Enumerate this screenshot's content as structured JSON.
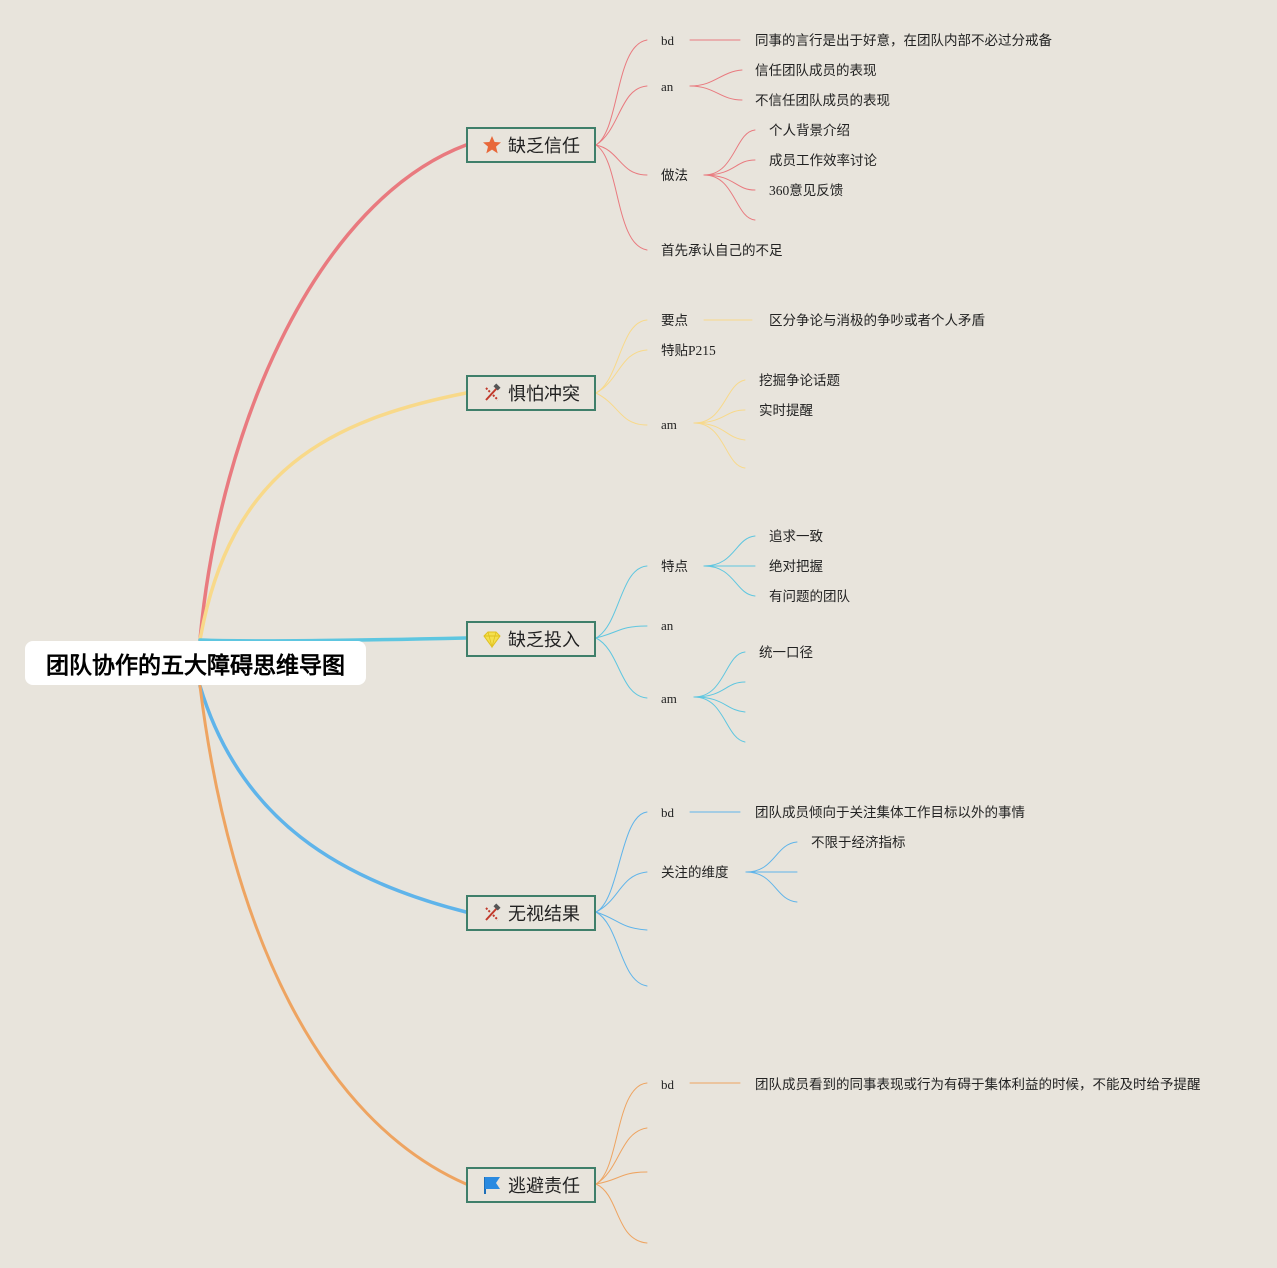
{
  "root": {
    "title": "团队协作的五大障碍思维导图"
  },
  "colors": {
    "red": "#e97a7f",
    "yellow": "#f8d98a",
    "cyan": "#5ec6e0",
    "blue": "#5fb4ea",
    "orange": "#eea461",
    "topic_border": "#3f7f6a",
    "background": "#e8e4dc"
  },
  "branches": [
    {
      "title": "缺乏信任",
      "icon": "star-icon",
      "children": [
        {
          "label": "bd",
          "detail": "同事的言行是出于好意，在团队内部不必过分戒备"
        },
        {
          "label": "an",
          "items": [
            "信任团队成员的表现",
            "不信任团队成员的表现"
          ]
        },
        {
          "label": "做法",
          "items": [
            "个人背景介绍",
            "成员工作效率讨论",
            "360意见反馈"
          ]
        },
        {
          "label": "首先承认自己的不足"
        }
      ]
    },
    {
      "title": "惧怕冲突",
      "icon": "tools-icon",
      "children": [
        {
          "label": "要点",
          "detail": "区分争论与消极的争吵或者个人矛盾"
        },
        {
          "label": "特贴P215"
        },
        {
          "label": "am",
          "items": [
            "挖掘争论话题",
            "实时提醒"
          ]
        }
      ]
    },
    {
      "title": "缺乏投入",
      "icon": "diamond-icon",
      "children": [
        {
          "label": "特点",
          "items": [
            "追求一致",
            "绝对把握",
            "有问题的团队"
          ]
        },
        {
          "label": "an"
        },
        {
          "label": "am",
          "items": [
            "统一口径"
          ]
        }
      ]
    },
    {
      "title": "无视结果",
      "icon": "tools-icon",
      "children": [
        {
          "label": "bd",
          "detail": "团队成员倾向于关注集体工作目标以外的事情"
        },
        {
          "label": "关注的维度",
          "items": [
            "不限于经济指标"
          ]
        }
      ]
    },
    {
      "title": "逃避责任",
      "icon": "flag-icon",
      "children": [
        {
          "label": "bd",
          "detail": "团队成员看到的同事表现或行为有碍于集体利益的时候，不能及时给予提醒"
        }
      ]
    }
  ]
}
